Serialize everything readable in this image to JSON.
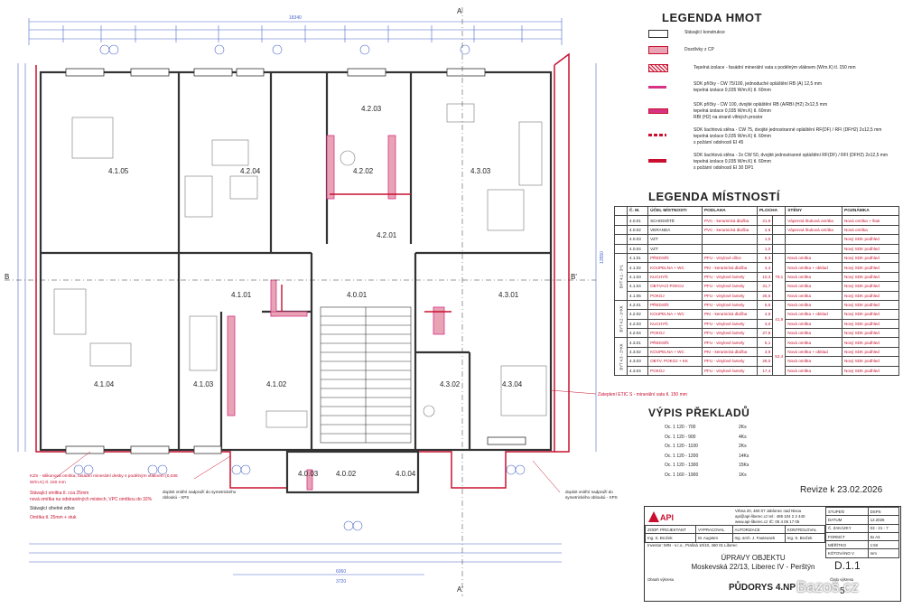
{
  "legend_hmot": {
    "title": "LEGENDA HMOT",
    "items": [
      {
        "label": "Stávající konstrukce",
        "style": "white"
      },
      {
        "label": "Dozdívky z CP",
        "style": "red-fill"
      },
      {
        "label": "Tepelná izolace - fasádní minerální vata s podélným vláknem (W/m.K) tl. 150 mm",
        "style": "red-hatch"
      },
      {
        "label": "SDK příčky - CW 75/100, jednoduché opláštění RB (A) 12,5 mm",
        "label2": "tepelná izolace 0,035 W/m.K) tl. 60mm",
        "style": "red-line"
      },
      {
        "label": "SDK příčky - CW 100, dvojité opláštění RB (A/RBI (H2) 2x12,5 mm",
        "label2": "tepelná izolace 0,035 W/m.K) tl. 60mm",
        "label3": "RBI (H2) na straně vlhkých prostor",
        "style": "red-line"
      },
      {
        "label": "SDK šachtová stěna - CW 75, dvojité jednostranné opláštění RF(DF) / RFI (DFH2) 2x12,5 mm",
        "label2": "tepelná izolace 0,035 W/m.K) tl. 60mm",
        "label3": "s požární odolností EI 45",
        "style": "red-dash"
      },
      {
        "label": "SDK šachtová stěna - 2x CW 50, dvojité jednostranné opláštění RF(DF) / RFI (DFH2) 2x12,5 mm",
        "label2": "tepelná izolace 0,035 W/m.K) tl. 60mm",
        "label3": "s požární odolností EI 30 DP1",
        "style": "red-thick"
      }
    ]
  },
  "legend_mistnosti": {
    "title": "LEGENDA MÍSTNOSTÍ",
    "headers": [
      "Č. M.",
      "ÚČEL MÍSTNOSTI",
      "PODLAHA",
      "PLOCHA",
      "STĚNY",
      "POZNÁMKA"
    ],
    "rows": [
      [
        "4.0.01",
        "SCHODIŠTĚ",
        "PVC - keramická dlažba",
        "21,9",
        "Vápenná štuková omítka",
        "Nová omítka + štuk"
      ],
      [
        "4.0.02",
        "VERANDA",
        "PVC - keramická dlažba",
        "2,6",
        "Vápenná štuková omítka",
        "Nová omítka"
      ],
      [
        "4.0.03",
        "VZT",
        "",
        "1,0",
        "",
        "Nový SDK podhled"
      ],
      [
        "4.0.04",
        "VZT",
        "",
        "1,0",
        "",
        "Nový SDK podhled"
      ],
      [
        "4.1.01",
        "PŘEDSÍŇ",
        "PFU - vinylové dílce",
        "8,3",
        "Nová omítka",
        "Nový SDK podhled"
      ],
      [
        "4.1.02",
        "KOUPELNA + WC",
        "PKI - keramická dlažba",
        "4,4",
        "Nová omítka + obklad",
        "Nový SDK podhled"
      ],
      [
        "4.1.03",
        "KUCHYŇ",
        "PFU - vinylové lamely",
        "10,3",
        "Nová omítka",
        "Nový SDK podhled"
      ],
      [
        "4.1.04",
        "OBÝVACÍ POKOJ",
        "PFU - vinylové lamely",
        "31,7",
        "Nová omítka",
        "Nový SDK podhled"
      ],
      [
        "4.1.05",
        "POKOJ",
        "PFU - vinylové lamely",
        "25,6",
        "Nová omítka",
        "Nový SDK podhled"
      ],
      [
        "4.2.01",
        "PŘEDSÍŇ",
        "PFU - vinylové lamely",
        "5,5",
        "Nová omítka",
        "Nový SDK podhled"
      ],
      [
        "4.2.02",
        "KOUPELNA + WC",
        "PKI - keramická dlažba",
        "4,6",
        "Nová omítka + obklad",
        "Nový SDK podhled"
      ],
      [
        "4.2.03",
        "KUCHYŇ",
        "PFU - vinylové lamely",
        "3,0",
        "Nová omítka",
        "Nový SDK podhled"
      ],
      [
        "4.2.04",
        "POKOJ",
        "PFU - vinylové lamely",
        "27,8",
        "Nová omítka",
        "Nový SDK podhled"
      ],
      [
        "4.3.01",
        "PŘEDSÍŇ",
        "PFU - vinylové lamely",
        "5,1",
        "Nová omítka",
        "Nový SDK podhled"
      ],
      [
        "4.3.02",
        "KOUPELNA + WC",
        "PKI - keramická dlažba",
        "3,9",
        "Nová omítka + obklad",
        "Nový SDK podhled"
      ],
      [
        "4.3.03",
        "OBÝV. POKOJ + KK",
        "PFU - vinylové lamely",
        "26,0",
        "Nová omítka",
        "Nový SDK podhled"
      ],
      [
        "4.3.04",
        "POKOJ",
        "PFU - vinylové lamely",
        "17,4",
        "Nová omítka",
        "Nový SDK podhled"
      ]
    ],
    "subtotals": [
      "79,1",
      "41,9",
      "52,4"
    ],
    "group_labels": [
      "BYT 4.1 - 3+1",
      "BYT 4.2 - 1+KK",
      "BYT 4.3 - 2+KK"
    ]
  },
  "vypis_prekladu": {
    "title": "VÝPIS PŘEKLADŮ",
    "rows": [
      [
        "Oc. 1 120 - 700",
        "2Ks"
      ],
      [
        "Oc. 1 120 - 900",
        "4Ks"
      ],
      [
        "Oc. 1 120 - 1100",
        "2Ks"
      ],
      [
        "Oc. 1 120 - 1200",
        "14Ks"
      ],
      [
        "Oc. 1 120 - 1300",
        "15Ks"
      ],
      [
        "Oc. 1 160 - 1900",
        "1Ks"
      ]
    ]
  },
  "revize": "Revize k 23.02.2026",
  "rooms": [
    {
      "id": "4.1.05"
    },
    {
      "id": "4.2.04"
    },
    {
      "id": "4.2.03"
    },
    {
      "id": "4.2.02"
    },
    {
      "id": "4.3.03"
    },
    {
      "id": "4.2.01"
    },
    {
      "id": "4.1.01"
    },
    {
      "id": "4.0.01"
    },
    {
      "id": "4.3.01"
    },
    {
      "id": "4.1.04"
    },
    {
      "id": "4.1.03"
    },
    {
      "id": "4.1.02"
    },
    {
      "id": "4.3.02"
    },
    {
      "id": "4.3.04"
    },
    {
      "id": "4.0.03"
    },
    {
      "id": "4.0.02"
    },
    {
      "id": "4.0.04"
    }
  ],
  "dims": {
    "top_total": "18340",
    "bottom_total": "6060",
    "bottom_total2": "3720",
    "left_height": "13550"
  },
  "section_marks": {
    "a_top": "A",
    "a_bottom": "A'",
    "b_left": "B",
    "b_right": "B'"
  },
  "annotations": {
    "izolace_note": "Zateplení ETIC S - minerální vata tl. 150 mm",
    "kzs_note": "KZS - silikonová omítka, fasádní minerální desky s podélným vláknem (0,036 W/m.K) tl. 150 mm",
    "omitka_note": "Stávající omítka tl. cca 25mm",
    "omitka_note2": "nová omítka na odstraněných místech, VPC omítkou do 32%",
    "stavajici_zdivo": "Stávající cihelné zdivo",
    "omitka_tl": "Omítka tl. 25mm + stuk",
    "dopinit1": "doplnit vnitřní nadpraží do symetrického obloukú - XPS",
    "dopinit2": "doplnit vnitřní nadpraží do symetrického obloukú - XPS"
  },
  "title_block": {
    "company_lines": [
      "Vrbna 20, 460 07 Jablonec nad Nisou",
      "api@api-liberec.cz tel.: 485 104 2 2 440",
      "www.api-liberec.cz IČ: 05 4 06 17 05"
    ],
    "logo": "API",
    "rows": [
      [
        "ZODP. PROJEKTANT",
        "VYPRACOVAL",
        "AUTORIZACE",
        "KONTROLOVAL"
      ],
      [
        "Ing. S. Broček",
        "M. Augsten",
        "Ing. arch. J. Fauteusek",
        "Ing. S. Broček"
      ]
    ],
    "right_rows": [
      [
        "STUPEŇ",
        "DSPS"
      ],
      [
        "DATUM",
        "12.2026"
      ],
      [
        "Č. ZAKÁZKY",
        "03 - 21 - 7"
      ],
      [
        "FORMÁT",
        "6x A4"
      ],
      [
        "MĚŘÍTKO",
        "1:50"
      ],
      [
        "KÓTOVÁNO V",
        "mm"
      ]
    ],
    "investor": "Investor: MIN - s.r.o., Prašná 10/10, 460 01 Liberec",
    "project_title": "ÚPRAVY OBJEKTU",
    "address": "Moskevská 22/13, Liberec IV - Perštýn",
    "drawing_title": "PŮDORYS 4.NP",
    "drawing_no": "D.1.1",
    "sheet_no": "5",
    "cislo_vykresu_label": "Číslo výkresu",
    "obsah_label": "Obsah výkresu"
  },
  "watermark": "Bazoš.cz",
  "colors": {
    "red": "#c8102e",
    "line": "#333333",
    "pink": "#e8a3b5",
    "magenta": "#d63384",
    "blue": "#4a67c9"
  }
}
